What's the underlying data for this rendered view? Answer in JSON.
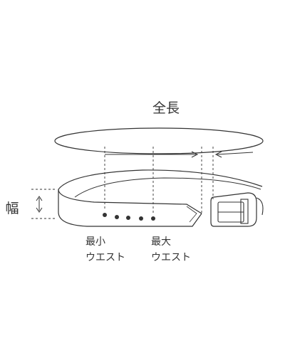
{
  "labels": {
    "full_length": "全長",
    "width": "幅",
    "min_waist_line1": "最小",
    "min_waist_line2": "ウエスト",
    "max_waist_line1": "最大",
    "max_waist_line2": "ウエスト"
  },
  "colors": {
    "stroke": "#333333",
    "background": "#ffffff"
  }
}
